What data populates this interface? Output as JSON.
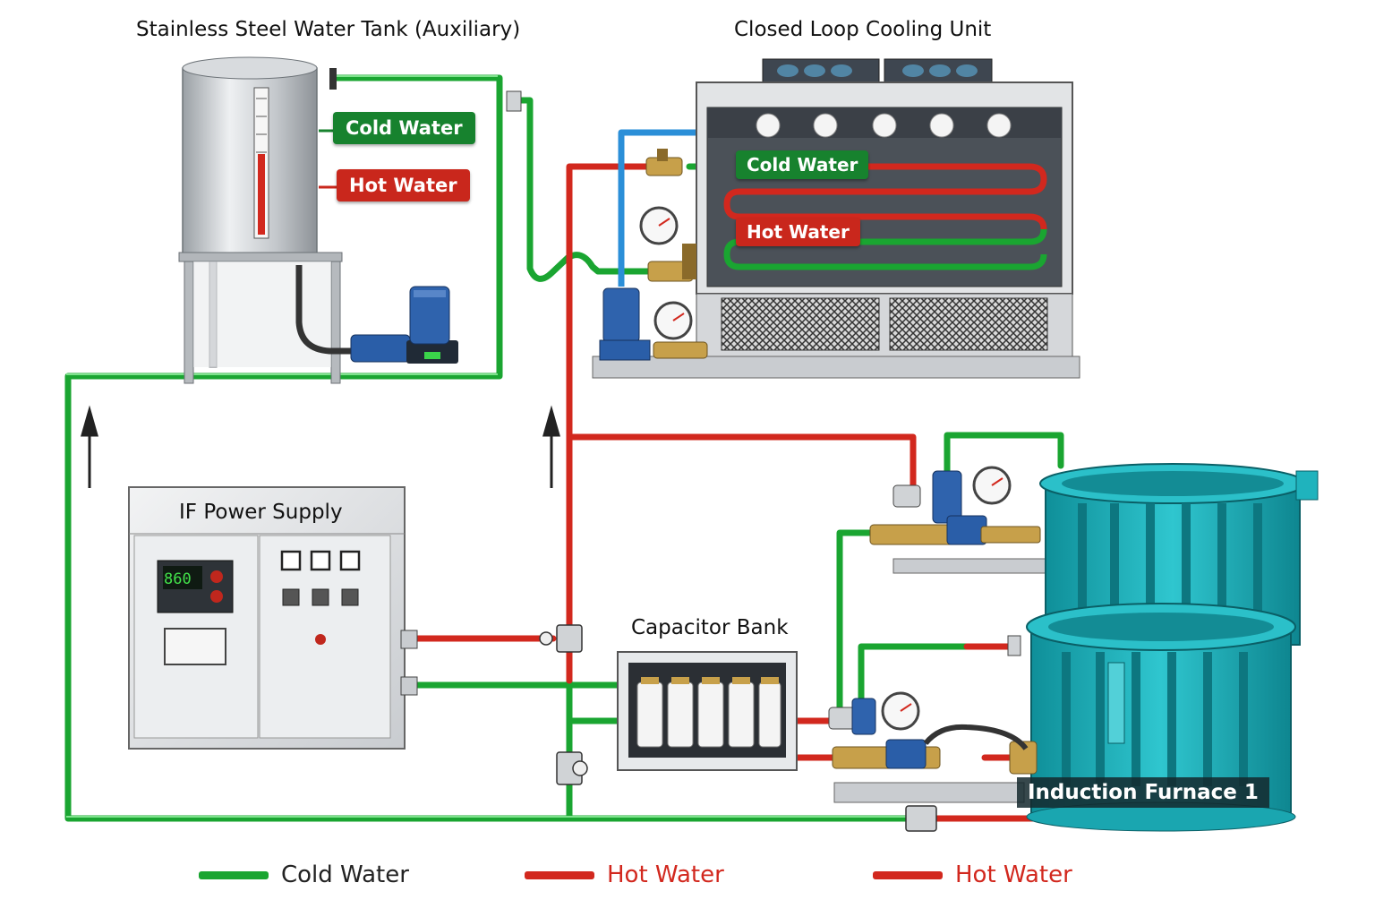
{
  "titles": {
    "tank": "Stainless Steel Water Tank (Auxiliary)",
    "cooling_unit": "Closed Loop Cooling Unit",
    "power_supply": "IF Power Supply",
    "capacitor_bank": "Capacitor Bank",
    "furnace": "Induction Furnace 1"
  },
  "tank_tags": {
    "cold": "Cold Water",
    "hot": "Hot Water"
  },
  "cooling_tags": {
    "cold": "Cold Water",
    "hot": "Hot Water"
  },
  "power_supply_display": "860",
  "legend": [
    {
      "label": "Cold Water",
      "color": "#1aa531",
      "text_color": "#222222"
    },
    {
      "label": "Hot Water",
      "color": "#d2281e",
      "text_color": "#d2281e"
    },
    {
      "label": "Hot Water",
      "color": "#d2281e",
      "text_color": "#d2281e"
    }
  ],
  "colors": {
    "cold_pipe": "#1aa531",
    "hot_pipe": "#d2281e",
    "blue_pipe": "#2b8fd8",
    "furnace": "#1fb3bd",
    "steel": "#c4c8cc"
  }
}
